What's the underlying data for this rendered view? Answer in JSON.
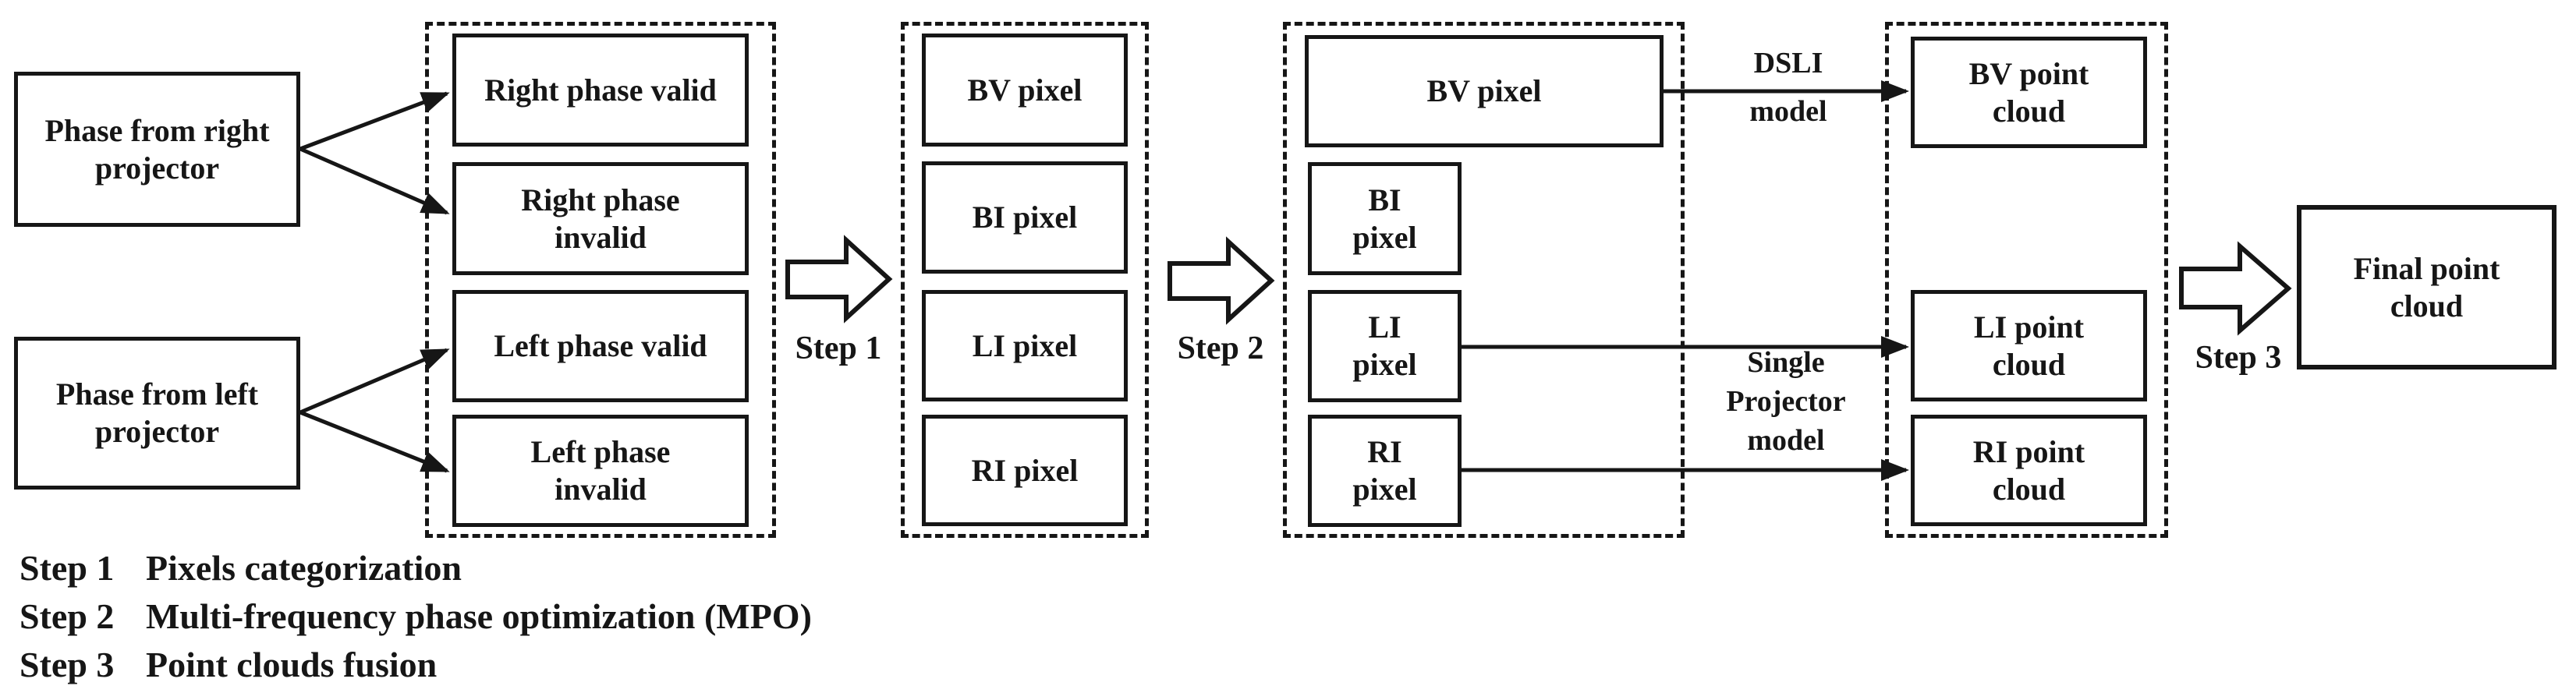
{
  "sources": [
    {
      "label": "Phase from right projector"
    },
    {
      "label": "Phase from left projector"
    }
  ],
  "stage1": {
    "boxes": [
      {
        "label": "Right phase valid"
      },
      {
        "label": "Right phase invalid"
      },
      {
        "label": "Left phase valid"
      },
      {
        "label": "Left phase invalid"
      }
    ]
  },
  "stage2": {
    "boxes": [
      {
        "label": "BV pixel"
      },
      {
        "label": "BI pixel"
      },
      {
        "label": "LI pixel"
      },
      {
        "label": "RI pixel"
      }
    ]
  },
  "stage3": {
    "boxes": [
      {
        "label": "BV pixel"
      },
      {
        "label": "BI pixel"
      },
      {
        "label": "LI pixel"
      },
      {
        "label": "RI pixel"
      }
    ]
  },
  "stage4": {
    "boxes": [
      {
        "label": "BV point cloud"
      },
      {
        "label": "LI point cloud"
      },
      {
        "label": "RI point cloud"
      }
    ]
  },
  "final_box": {
    "label": "Final point cloud"
  },
  "step_arrows": [
    {
      "label": "Step 1"
    },
    {
      "label": "Step 2"
    },
    {
      "label": "Step 3"
    }
  ],
  "model_labels": {
    "dsli": {
      "line1": "DSLI",
      "line2": "model"
    },
    "single_projector": {
      "line1": "Single",
      "line2": "Projector",
      "line3": "model"
    }
  },
  "legend": [
    {
      "step": "Step 1",
      "desc": "Pixels categorization"
    },
    {
      "step": "Step 2",
      "desc": "Multi-frequency phase optimization (MPO)"
    },
    {
      "step": "Step 3",
      "desc": "Point clouds fusion"
    }
  ],
  "colors": {
    "ink": "#161616",
    "background": "#ffffff"
  }
}
